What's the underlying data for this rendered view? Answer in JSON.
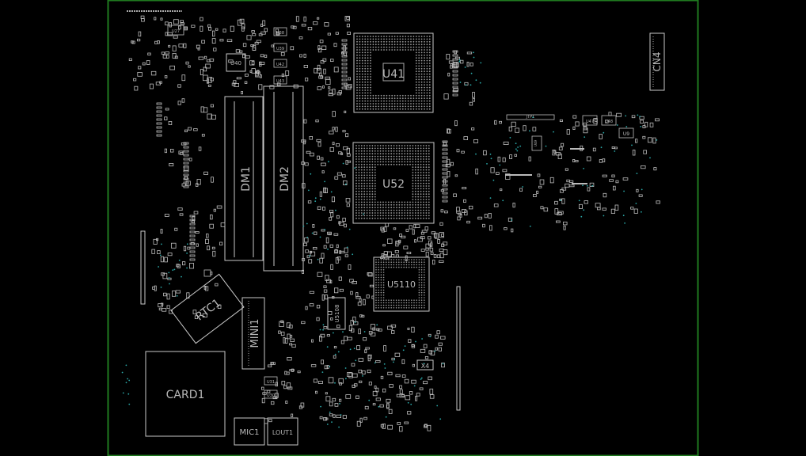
{
  "board": {
    "border_color": "#1f7a1f",
    "silk_color": "#c8c8c8",
    "via_color": "#2aa8a8"
  },
  "labels": {
    "u41": "U41",
    "u52": "U52",
    "u5110": "U5110",
    "u5108": "U5108",
    "dm1": "DM1",
    "dm2": "DM2",
    "rtc1": "RTC1",
    "mini1": "MINI1",
    "card1": "CARD1",
    "mic1": "MIC1",
    "lout1": "LOUT1",
    "cn4": "CN4",
    "x4": "X4",
    "u40": "U40",
    "u38": "U38",
    "u39": "U39",
    "u42": "U42",
    "u43": "U43",
    "u27": "U27",
    "u47": "U47",
    "u48": "U48",
    "u9": "U9",
    "u49": "U49",
    "u31": "U31",
    "u30": "U30",
    "jtp1": "JTP1"
  }
}
